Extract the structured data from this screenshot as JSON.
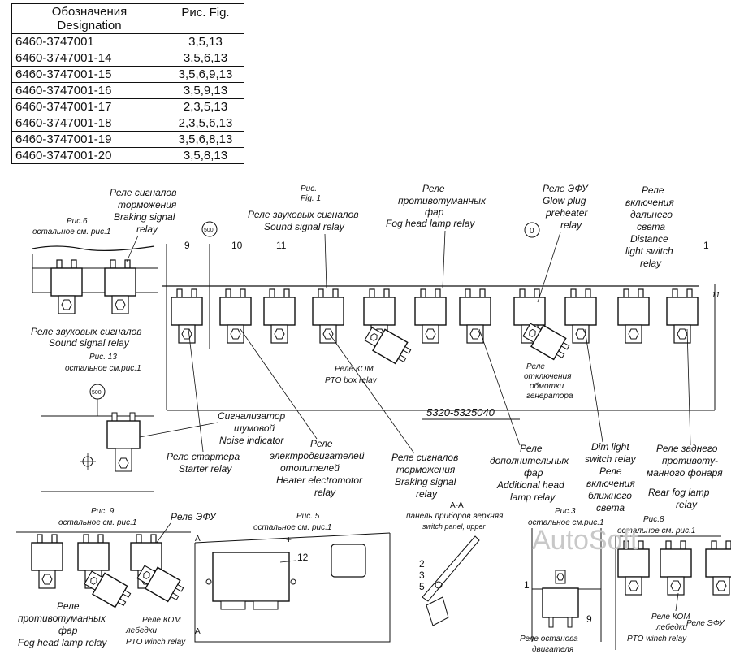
{
  "table": {
    "header": {
      "col1_line1": "Обозначения",
      "col1_line2": "Designation",
      "col2": "Рис. Fig."
    },
    "rows": [
      {
        "designation": "6460-3747001",
        "figs": "3,5,13"
      },
      {
        "designation": "6460-3747001-14",
        "figs": "3,5,6,13"
      },
      {
        "designation": "6460-3747001-15",
        "figs": "3,5,6,9,13"
      },
      {
        "designation": "6460-3747001-16",
        "figs": "3,5,9,13"
      },
      {
        "designation": "6460-3747001-17",
        "figs": "2,3,5,13"
      },
      {
        "designation": "6460-3747001-18",
        "figs": "2,3,5,6,13"
      },
      {
        "designation": "6460-3747001-19",
        "figs": "3,5,6,8,13"
      },
      {
        "designation": "6460-3747001-20",
        "figs": "3,5,8,13"
      }
    ]
  },
  "labels": {
    "fig1_a": "Рис.",
    "fig1_b": "Fig. 1",
    "fig6": "Рис.6",
    "fig6_note": "остальное см. рис.1",
    "fig13": "Рис. 13",
    "fig13_note": "остальное см.рис.1",
    "fig9": "Рис. 9",
    "fig9_note": "остальное см. рис.1",
    "fig5": "Рис. 5",
    "fig5_note": "остальное см. рис.1",
    "fig3": "Рис.3",
    "fig3_note": "остальное см.рис.1",
    "fig8": "Рис.8",
    "fig8_note": "остальное см. рис.1",
    "braking_top": [
      "Реле сигналов",
      "торможения",
      "Braking signal",
      "relay"
    ],
    "sound_top": [
      "Реле звуковых сигналов",
      "Sound signal relay"
    ],
    "fog_top": [
      "Реле",
      "противотуманных",
      "фар",
      "Fog head lamp relay"
    ],
    "glow_top": [
      "Реле ЭФУ",
      "Glow plug",
      "preheater",
      "relay"
    ],
    "distance_top": [
      "Реле",
      "включения",
      "дальнего",
      "света",
      "Distance",
      "light switch",
      "relay"
    ],
    "sound_fig6": [
      "Реле звуковых сигналов",
      "Sound signal relay"
    ],
    "pto_box": [
      "Реле КОМ",
      "PTO box relay"
    ],
    "gen_off": [
      "Реле",
      "отключения",
      "обмотки",
      "генератора"
    ],
    "part_number": "5320-5325040",
    "noise": [
      "Сигнализатор",
      "шумовой",
      "Noise indicator"
    ],
    "starter": [
      "Реле стартера",
      "Starter relay"
    ],
    "heater": [
      "Реле",
      "электродвигателей",
      "отопителей",
      "Heater electromotor",
      "relay"
    ],
    "braking_bottom": [
      "Реле сигналов",
      "торможения",
      "Braking signal",
      "relay"
    ],
    "additional": [
      "Реле",
      "дополнительных",
      "фар",
      "Additional head",
      "lamp relay"
    ],
    "dim": [
      "Dim light",
      "switch relay",
      "Реле",
      "включения",
      "ближнего",
      "света"
    ],
    "rear_fog": [
      "Реле заднего",
      "противоту-",
      "манного фонаря",
      "Rear fog lamp",
      "relay"
    ],
    "efu_fig9": "Реле ЭФУ",
    "fog_fig9": [
      "Реле",
      "противотуманных",
      "фар",
      "Fog head lamp relay"
    ],
    "pto_winch_fig9": [
      "Реле КОМ",
      "лебедки",
      "PTO winch relay"
    ],
    "aa": [
      "А-А",
      "панель приборов верхняя",
      "switch panel, upper"
    ],
    "engine_stop": [
      "Реле останова",
      "двигателя"
    ],
    "pto_winch_fig8": [
      "Реле КОМ",
      "лебедки",
      "PTO winch relay"
    ],
    "efu_fig8": "Реле ЭФУ",
    "section_a": "А",
    "plus": "+",
    "callouts": [
      "9",
      "10",
      "11",
      "1",
      "11",
      "12",
      "2",
      "3",
      "5",
      "1",
      "9"
    ],
    "circled": [
      "500",
      "0",
      "500"
    ],
    "watermark": "AutoSoft"
  }
}
